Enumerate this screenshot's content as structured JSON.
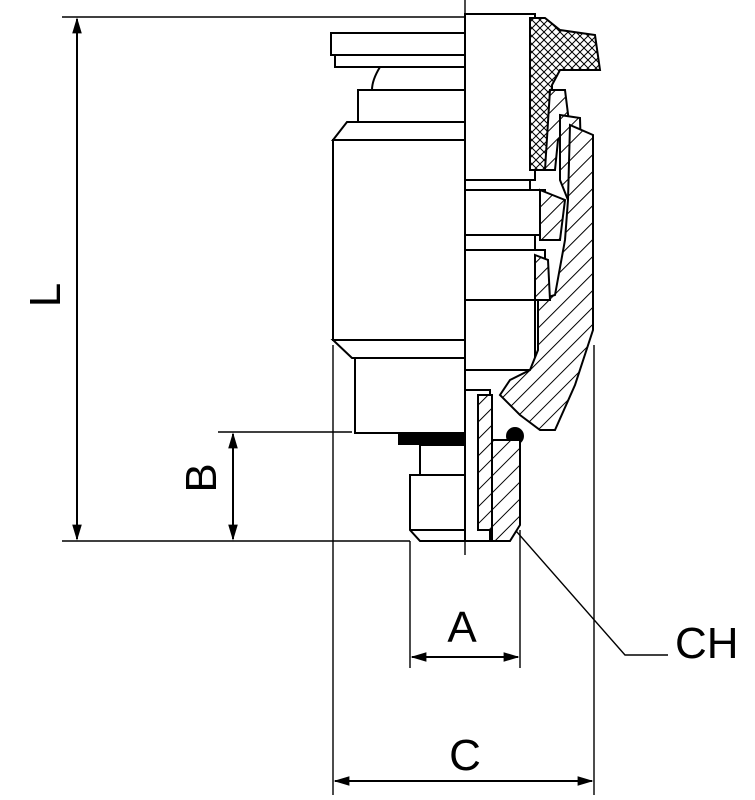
{
  "drawing": {
    "labels": {
      "L": "L",
      "B": "B",
      "A": "A",
      "C": "C",
      "CH": "CH"
    }
  }
}
